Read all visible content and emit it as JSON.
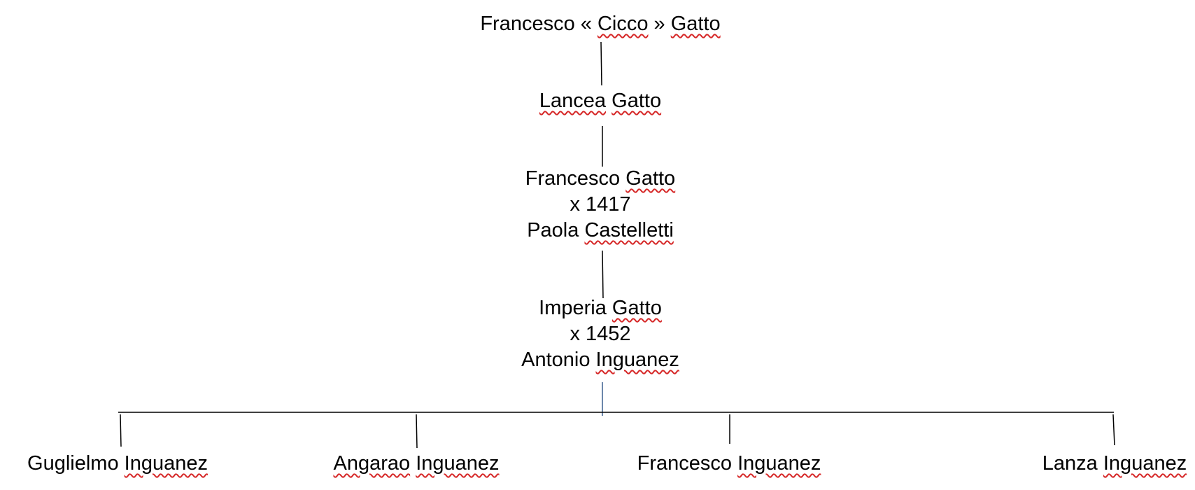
{
  "tree": {
    "nodes": [
      {
        "id": "cicco",
        "lines": [
          [
            {
              "t": "Francesco « "
            },
            {
              "t": "Cicco",
              "sq": true
            },
            {
              "t": " » "
            },
            {
              "t": "Gatto",
              "sq": true
            }
          ]
        ]
      },
      {
        "id": "lancea",
        "lines": [
          [
            {
              "t": "Lancea",
              "sq": true
            },
            {
              "t": " "
            },
            {
              "t": "Gatto",
              "sq": true
            }
          ]
        ]
      },
      {
        "id": "francesco-gatto",
        "lines": [
          [
            {
              "t": "Francesco "
            },
            {
              "t": "Gatto",
              "sq": true
            }
          ],
          [
            {
              "t": "x 1417"
            }
          ],
          [
            {
              "t": "Paola "
            },
            {
              "t": "Castelletti",
              "sq": true
            }
          ]
        ]
      },
      {
        "id": "imperia",
        "lines": [
          [
            {
              "t": "Imperia "
            },
            {
              "t": "Gatto",
              "sq": true
            }
          ],
          [
            {
              "t": "x 1452"
            }
          ],
          [
            {
              "t": "Antonio "
            },
            {
              "t": "Inguanez",
              "sq": true
            }
          ]
        ]
      },
      {
        "id": "guglielmo",
        "lines": [
          [
            {
              "t": "Guglielmo "
            },
            {
              "t": "Inguanez",
              "sq": true
            }
          ]
        ]
      },
      {
        "id": "angarao",
        "lines": [
          [
            {
              "t": "Angarao",
              "sq": true
            },
            {
              "t": " "
            },
            {
              "t": "Inguanez",
              "sq": true
            }
          ]
        ]
      },
      {
        "id": "francesco-inguanez",
        "lines": [
          [
            {
              "t": "Francesco "
            },
            {
              "t": "Inguanez",
              "sq": true
            }
          ]
        ]
      },
      {
        "id": "lanza",
        "lines": [
          [
            {
              "t": "Lanza "
            },
            {
              "t": "Inguanez",
              "sq": true
            }
          ]
        ]
      }
    ],
    "edges": [
      {
        "from": "cicco",
        "to": "lancea"
      },
      {
        "from": "lancea",
        "to": "francesco-gatto"
      },
      {
        "from": "francesco-gatto",
        "to": "imperia"
      },
      {
        "from": "imperia",
        "to": "guglielmo"
      },
      {
        "from": "imperia",
        "to": "angarao"
      },
      {
        "from": "imperia",
        "to": "francesco-inguanez"
      },
      {
        "from": "imperia",
        "to": "lanza"
      }
    ],
    "colors": {
      "text": "#000000",
      "connector": "#000000",
      "stem_from_imperia": "#3a5f8f",
      "spellcheck_underline": "#d62828"
    }
  }
}
